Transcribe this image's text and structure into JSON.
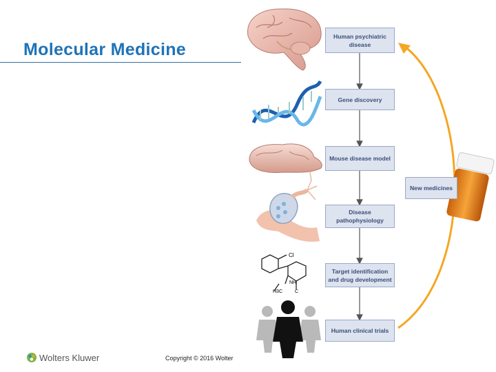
{
  "slide": {
    "title": "Molecular Medicine"
  },
  "flow": {
    "steps": [
      "Human psychiatric disease",
      "Gene discovery",
      "Mouse disease model",
      "Disease pathophysiology",
      "Target identification and drug development",
      "Human clinical trials"
    ],
    "side_box": "New medicines"
  },
  "molecule_labels": {
    "cl": "Cl",
    "nh": "NH",
    "h3c": "H3C",
    "c": "C"
  },
  "footer": {
    "logo_text": "Wolters Kluwer",
    "copyright": "Copyright © 2016 Wolter"
  },
  "colors": {
    "title": "#1f73b7",
    "box_fill": "#dde3ef",
    "box_border": "#9aa8c6",
    "arrow_orange": "#f5a623"
  }
}
